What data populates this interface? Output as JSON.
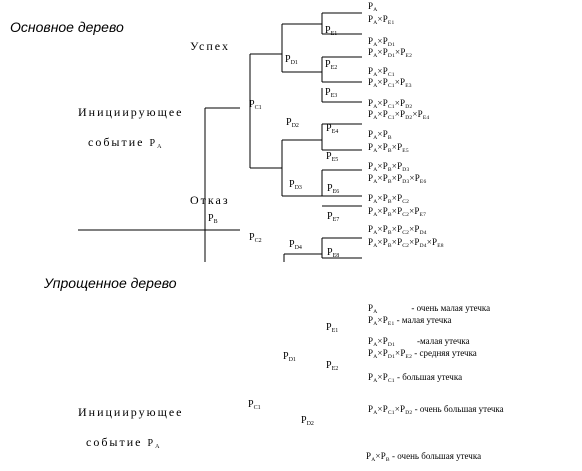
{
  "titles": {
    "main": "Основное дерево",
    "simple": "Упрощенное дерево"
  },
  "labels": {
    "success": "Успех",
    "init_line1": "Инициирующее",
    "init_line2_prefix": "событие",
    "failure": "Отказ",
    "simple_init_line1": "Инициирующее",
    "simple_init_line2_prefix": "событие"
  },
  "nodes": {
    "pa": "P_A",
    "pb": "P_B",
    "pc1": "P_C1",
    "pc2": "P_C2",
    "pd1": "P_D1",
    "pd2": "P_D2",
    "pd3": "P_D3",
    "pd4": "P_D4",
    "pe1": "P_E1",
    "pe2": "P_E2",
    "pe3": "P_E3",
    "pe4": "P_E4",
    "pe5": "P_E5",
    "pe6": "P_E6",
    "pe7": "P_E7",
    "pe8": "P_E8"
  },
  "main_outcomes": [
    "P_A",
    "P_A×P_E1",
    "P_A×P_D1",
    "P_A×P_D1×P_E2",
    "P_A×P_C1",
    "P_A×P_C1×P_E3",
    "P_A×P_C1×P_D2",
    "P_A×P_C1×P_D2×P_E4",
    "P_A×P_B",
    "P_A×P_B×P_E5",
    "P_A×P_B×P_D3",
    "P_A×P_B×P_D3×P_E6",
    "P_A×P_B×P_C2",
    "P_A×P_B×P_C2×P_E7",
    "P_A×P_B×P_C2×P_D4",
    "P_A×P_B×P_C2×P_D4×P_E8"
  ],
  "simple_outcomes": [
    {
      "formula": "P_A",
      "desc": "- очень малая утечка"
    },
    {
      "formula": "P_A×P_E1",
      "desc": "- малая утечка"
    },
    {
      "formula": "P_A×P_D1",
      "desc": "-малая утечка"
    },
    {
      "formula": "P_A×P_D1×P_E2",
      "desc": "- средняя утечка"
    },
    {
      "formula": "P_A×P_C1",
      "desc": "- большая утечка"
    },
    {
      "formula": "P_A×P_C1×P_D2",
      "desc": "- очень большая утечка"
    },
    {
      "formula": "P_A×P_B",
      "desc": "- очень большая утечка"
    }
  ]
}
